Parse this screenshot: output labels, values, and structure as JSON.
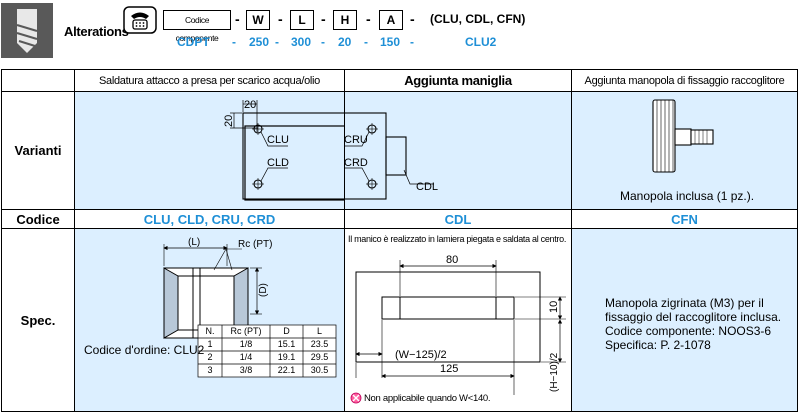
{
  "header": {
    "title": "Alterations",
    "code_label": "Codice componente",
    "code_fields": [
      "W",
      "L",
      "H",
      "A"
    ],
    "dash": "-",
    "suffix": "(CLU, CDL, CFN)",
    "example": {
      "part": "CDPT",
      "w": "250",
      "l": "300",
      "h": "20",
      "a": "150",
      "alt": "CLU2",
      "dash": "-"
    },
    "colors": {
      "accent": "#1e8fd6",
      "cell_bg": "#dcefff"
    }
  },
  "table": {
    "col_headers": {
      "col1": "Saldatura attacco a presa per scarico acqua/olio",
      "col2": "Aggiunta maniglia",
      "col3": "Aggiunta manopola di fissaggio raccoglitore"
    },
    "row_labels": {
      "variants": "Varianti",
      "code": "Codice",
      "spec": "Spec."
    },
    "codes": {
      "col1": "CLU, CLD, CRU, CRD",
      "col2": "CDL",
      "col3": "CFN"
    },
    "variants": {
      "col1": {
        "dim_w": "20",
        "dim_h": "20",
        "clu": "CLU",
        "cru": "CRU",
        "cld": "CLD",
        "crd": "CRD",
        "cdl": "CDL"
      },
      "col3": {
        "note": "Manopola inclusa (1 pz.)."
      }
    },
    "spec": {
      "col1": {
        "dim_l": "(L)",
        "dim_rc": "Rc (PT)",
        "dim_d": "(D)",
        "order_text": "Codice d'ordine: CLU2",
        "rc_table": {
          "headers": [
            "N.",
            "Rc (PT)",
            "D",
            "L"
          ],
          "rows": [
            [
              "1",
              "1/8",
              "15.1",
              "23.5"
            ],
            [
              "2",
              "1/4",
              "19.1",
              "29.5"
            ],
            [
              "3",
              "3/8",
              "22.1",
              "30.5"
            ]
          ]
        }
      },
      "col2": {
        "note": "Il manico è realizzato in lamiera piegata e saldata al centro.",
        "dim_80": "80",
        "dim_10": "10",
        "dim_wexpr": "(W−125)/2",
        "dim_125": "125",
        "dim_hexpr": "(H−10)/2",
        "warning": "Non applicabile quando W<140."
      },
      "col3": {
        "lines": [
          "Manopola zigrinata (M3) per il",
          "fissaggio del raccoglitore inclusa.",
          "Codice componente: NOOS3-6",
          "Specifica: P. 2-1078"
        ]
      }
    }
  }
}
